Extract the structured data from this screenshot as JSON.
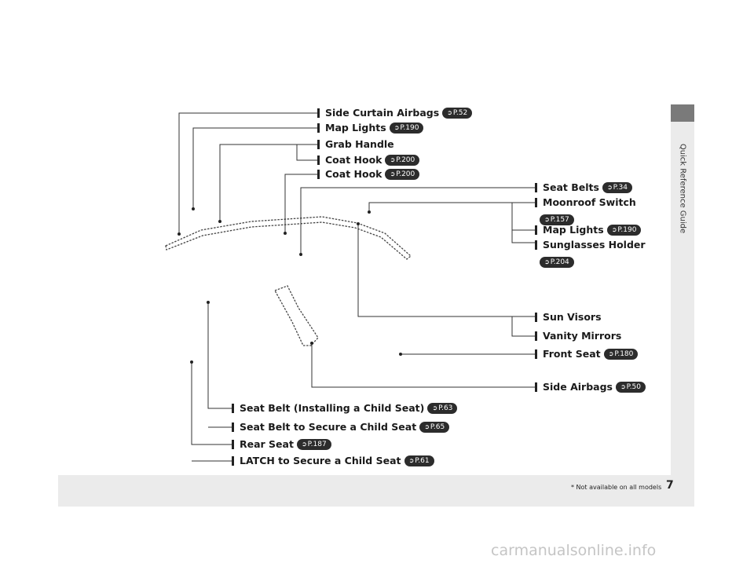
{
  "side_tab": {
    "label": "Quick Reference Guide"
  },
  "page_number": "7",
  "footnote": "* Not available on all models",
  "watermark": "carmanualsonline.info",
  "ref_arrow": "➲",
  "labels": [
    {
      "text": "Side Curtain Airbags",
      "ref": "P.52"
    },
    {
      "text": "Map Lights",
      "ref": "P.190"
    },
    {
      "text": "Grab Handle",
      "ref": ""
    },
    {
      "text": "Coat Hook",
      "ref": "P.200"
    },
    {
      "text": "Coat Hook",
      "ref": "P.200"
    },
    {
      "text": "Seat Belts",
      "ref": "P.34"
    },
    {
      "text": "Moonroof Switch",
      "ref": "P.157"
    },
    {
      "text": "Map Lights",
      "ref": "P.190"
    },
    {
      "text": "Sunglasses Holder",
      "ref": "P.204"
    },
    {
      "text": "Sun Visors",
      "ref": ""
    },
    {
      "text": "Vanity Mirrors",
      "ref": ""
    },
    {
      "text": "Front Seat",
      "ref": "P.180"
    },
    {
      "text": "Side Airbags",
      "ref": "P.50"
    },
    {
      "text": "Seat Belt (Installing a Child Seat)",
      "ref": "P.63"
    },
    {
      "text": "Seat Belt to Secure a Child Seat",
      "ref": "P.65"
    },
    {
      "text": "Rear Seat",
      "ref": "P.187"
    },
    {
      "text": "LATCH to Secure a Child Seat",
      "ref": "P.61"
    }
  ]
}
